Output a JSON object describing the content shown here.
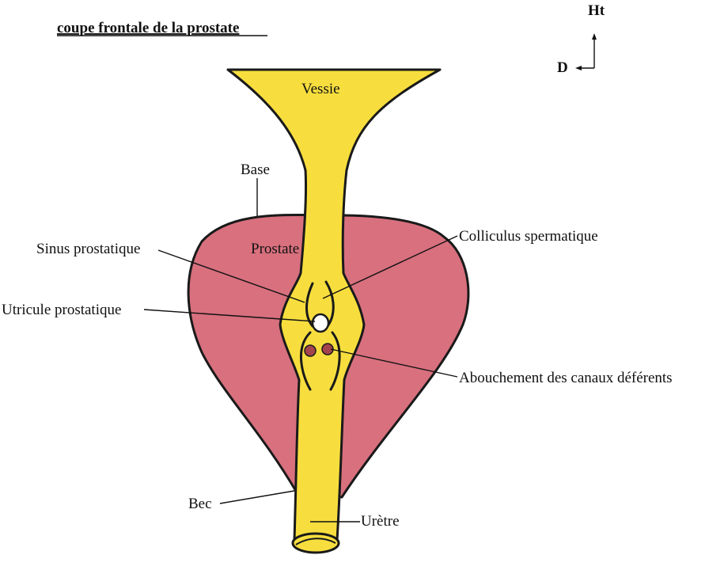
{
  "title": "coupe frontale de la prostate",
  "orientation": {
    "up_label": "Ht",
    "side_label": "D"
  },
  "labels": {
    "vessie": "Vessie",
    "base": "Base",
    "prostate": "Prostate",
    "sinus": "Sinus prostatique",
    "colliculus": "Colliculus spermatique",
    "utricule": "Utricule prostatique",
    "abouchement": "Abouchement des canaux déférents",
    "bec": "Bec",
    "uretre": "Urètre"
  },
  "colors": {
    "prostate": "#d8707e",
    "urethra": "#f7de3e",
    "ducts": "#a4444c",
    "utricle": "#ffffff",
    "outline": "#1a1a1a"
  }
}
